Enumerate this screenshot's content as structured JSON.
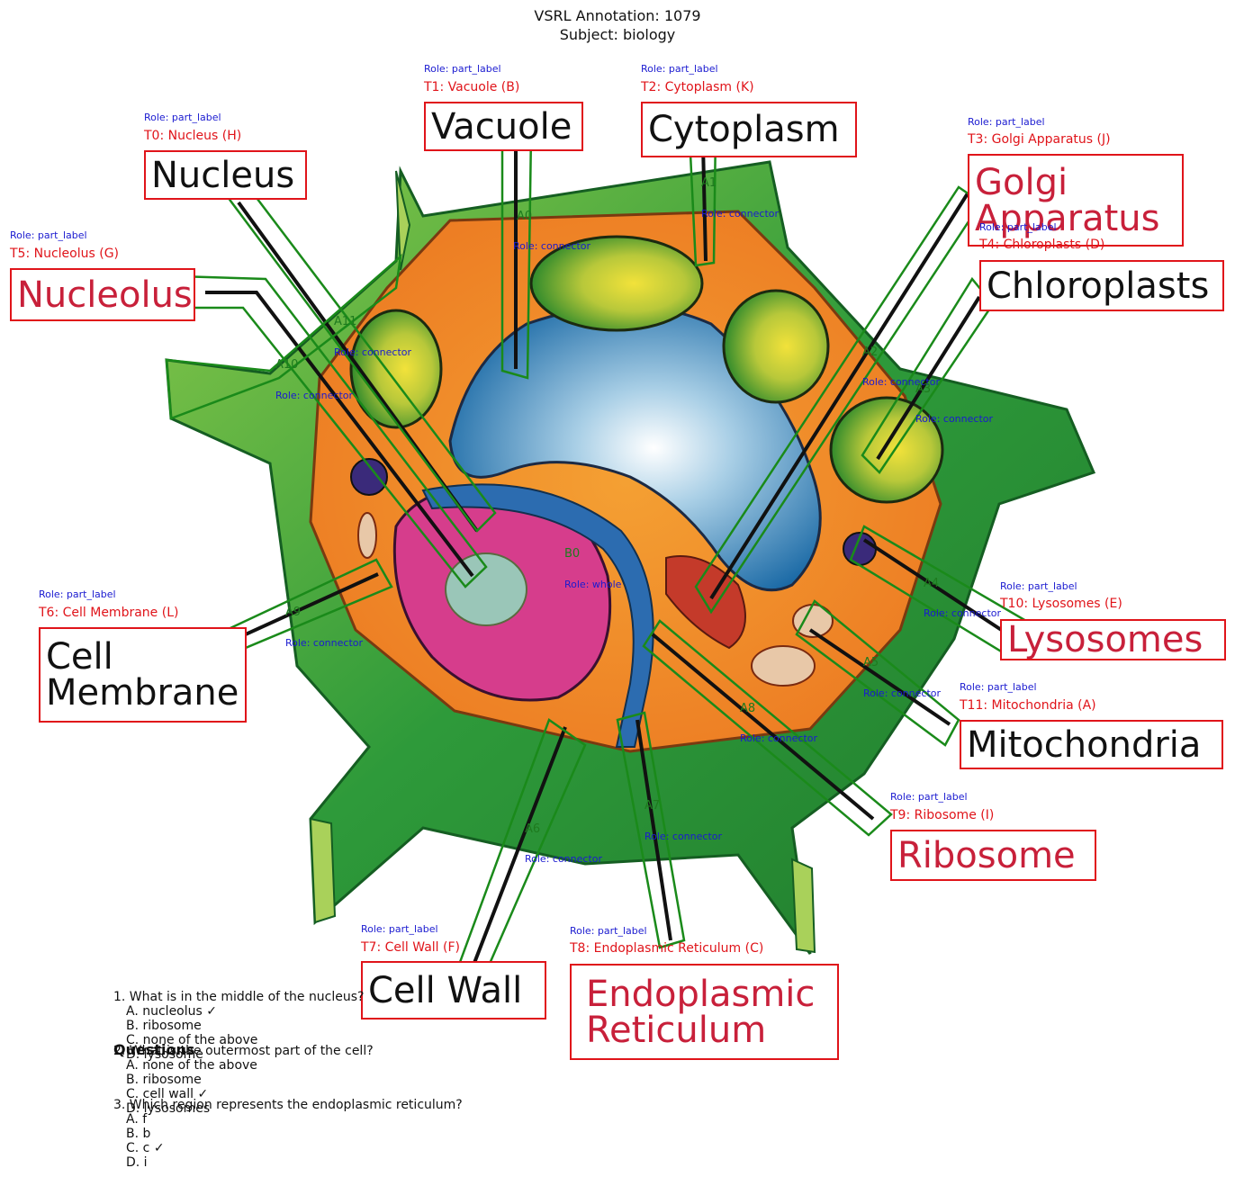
{
  "header": {
    "title": "VSRL Annotation: 1079",
    "subject": "Subject: biology"
  },
  "colors": {
    "label_box": "#e0141a",
    "role_text": "#1a1ad0",
    "connector": "#1e7a1e"
  },
  "labels": [
    {
      "role": "Role: part_label",
      "name": "T0: Nucleus (H)",
      "text": "Nucleus"
    },
    {
      "role": "Role: part_label",
      "name": "T1: Vacuole (B)",
      "text": "Vacuole"
    },
    {
      "role": "Role: part_label",
      "name": "T2: Cytoplasm (K)",
      "text": "Cytoplasm"
    },
    {
      "role": "Role: part_label",
      "name": "T3: Golgi Apparatus  (J)",
      "text": "Golgi\nApparatus"
    },
    {
      "role": "Role: part_label",
      "name": "T4: Chloroplasts (D)",
      "text": "Chloroplasts"
    },
    {
      "role": "Role: part_label",
      "name": "T5: Nucleolus (G)",
      "text": "Nucleolus"
    },
    {
      "role": "Role: part_label",
      "name": "T6: Cell Membrane (L)",
      "text": "Cell\nMembrane"
    },
    {
      "role": "Role: part_label",
      "name": "T7: Cell Wall (F)",
      "text": "Cell Wall"
    },
    {
      "role": "Role: part_label",
      "name": "T8: Endoplasmic Reticulum (C)",
      "text": "Endoplasmic\nReticulum"
    },
    {
      "role": "Role: part_label",
      "name": "T9: Ribosome (I)",
      "text": "Ribosome"
    },
    {
      "role": "Role: part_label",
      "name": "T10: Lysosomes (E)",
      "text": "Lysosomes"
    },
    {
      "role": "Role: part_label",
      "name": "T11: Mitochondria (A)",
      "text": "Mitochondria"
    }
  ],
  "connectors": [
    {
      "id": "A0",
      "role": "Role: connector"
    },
    {
      "id": "A1",
      "role": "Role: connector"
    },
    {
      "id": "A2",
      "role": "Role: connector"
    },
    {
      "id": "A3",
      "role": "Role: connector"
    },
    {
      "id": "A4",
      "role": "Role: connector"
    },
    {
      "id": "A5",
      "role": "Role: connector"
    },
    {
      "id": "A6",
      "role": "Role: connector"
    },
    {
      "id": "A7",
      "role": "Role: connector"
    },
    {
      "id": "A8",
      "role": "Role: connector"
    },
    {
      "id": "A9",
      "role": "Role: connector"
    },
    {
      "id": "A10",
      "role": "Role: connector"
    },
    {
      "id": "A11",
      "role": "Role: connector"
    }
  ],
  "whole": {
    "id": "B0",
    "role": "Role: whole"
  },
  "questions": {
    "title": "Questions",
    "items": [
      {
        "q": "1. What is in the middle of the nucleus?",
        "options": [
          "A. nucleolus ✓",
          "B. ribosome",
          "C. none of the above",
          "D. lysosome"
        ]
      },
      {
        "q": "2. What is the outermost part of the cell?",
        "options": [
          "A. none of the above",
          "B. ribosome",
          "C. cell wall ✓",
          "D. lysosomes"
        ]
      },
      {
        "q": "3. Which region represents the endoplasmic reticulum?",
        "options": [
          "A. f",
          "B. b",
          "C. c ✓",
          "D. i"
        ]
      }
    ]
  }
}
